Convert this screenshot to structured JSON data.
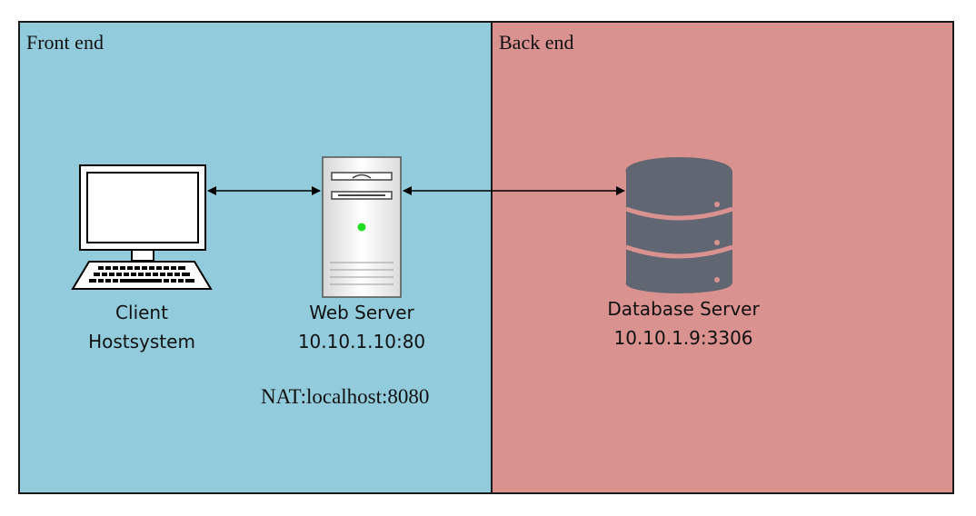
{
  "zones": {
    "front": {
      "title": "Front end",
      "color": "#92ccdc"
    },
    "back": {
      "title": "Back end",
      "color": "#d9928f"
    }
  },
  "nodes": {
    "client": {
      "name": "Client",
      "sub": "Hostsystem"
    },
    "web_server": {
      "name": "Web Server",
      "address": "10.10.1.10:80",
      "nat": "NAT:localhost:8080"
    },
    "database_server": {
      "name": "Database Server",
      "address": "10.10.1.9:3306"
    }
  },
  "colors": {
    "db_body": "#606772",
    "db_band": "#d9928f",
    "status_led": "#22dd22"
  }
}
